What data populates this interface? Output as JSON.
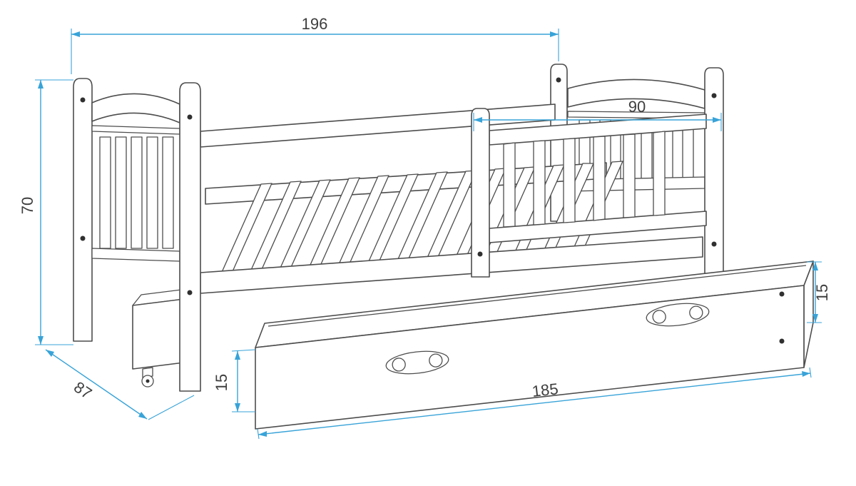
{
  "diagram": {
    "colors": {
      "background": "#ffffff",
      "outline": "#4d4d4d",
      "dimension_line": "#38a3d8",
      "dimension_text": "#3e3e3e"
    },
    "dimensions": {
      "overall_length": "196",
      "guard_rail_length": "90",
      "headboard_height": "70",
      "bed_depth": "87",
      "drawer_height_side": "15",
      "drawer_height_front": "15",
      "drawer_length": "185"
    }
  }
}
